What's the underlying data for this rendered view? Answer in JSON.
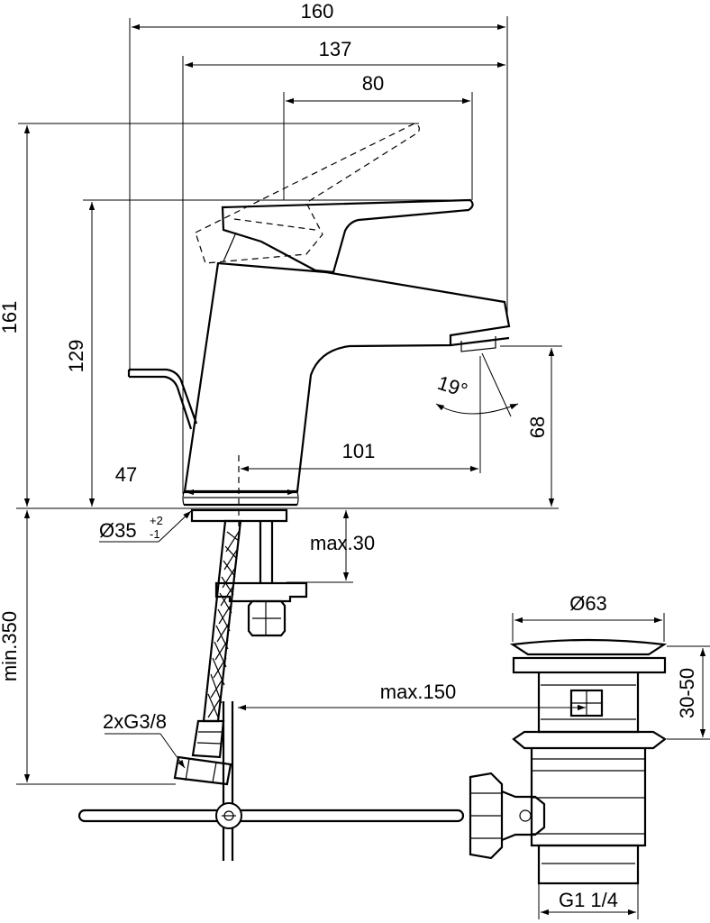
{
  "dimensions": {
    "d160": "160",
    "d137": "137",
    "d80": "80",
    "d161": "161",
    "d129": "129",
    "d47": "47",
    "d101": "101",
    "d68": "68",
    "angle": "19°",
    "dia35": "Ø35",
    "dia35_tol_plus": "+2",
    "dia35_tol_minus": "-1",
    "max30": "max.30",
    "min350": "min.350",
    "dia63": "Ø63",
    "range3050": "30-50",
    "max150": "max.150",
    "conn_g38": "2xG3/8",
    "thread_g114": "G1 1/4"
  }
}
